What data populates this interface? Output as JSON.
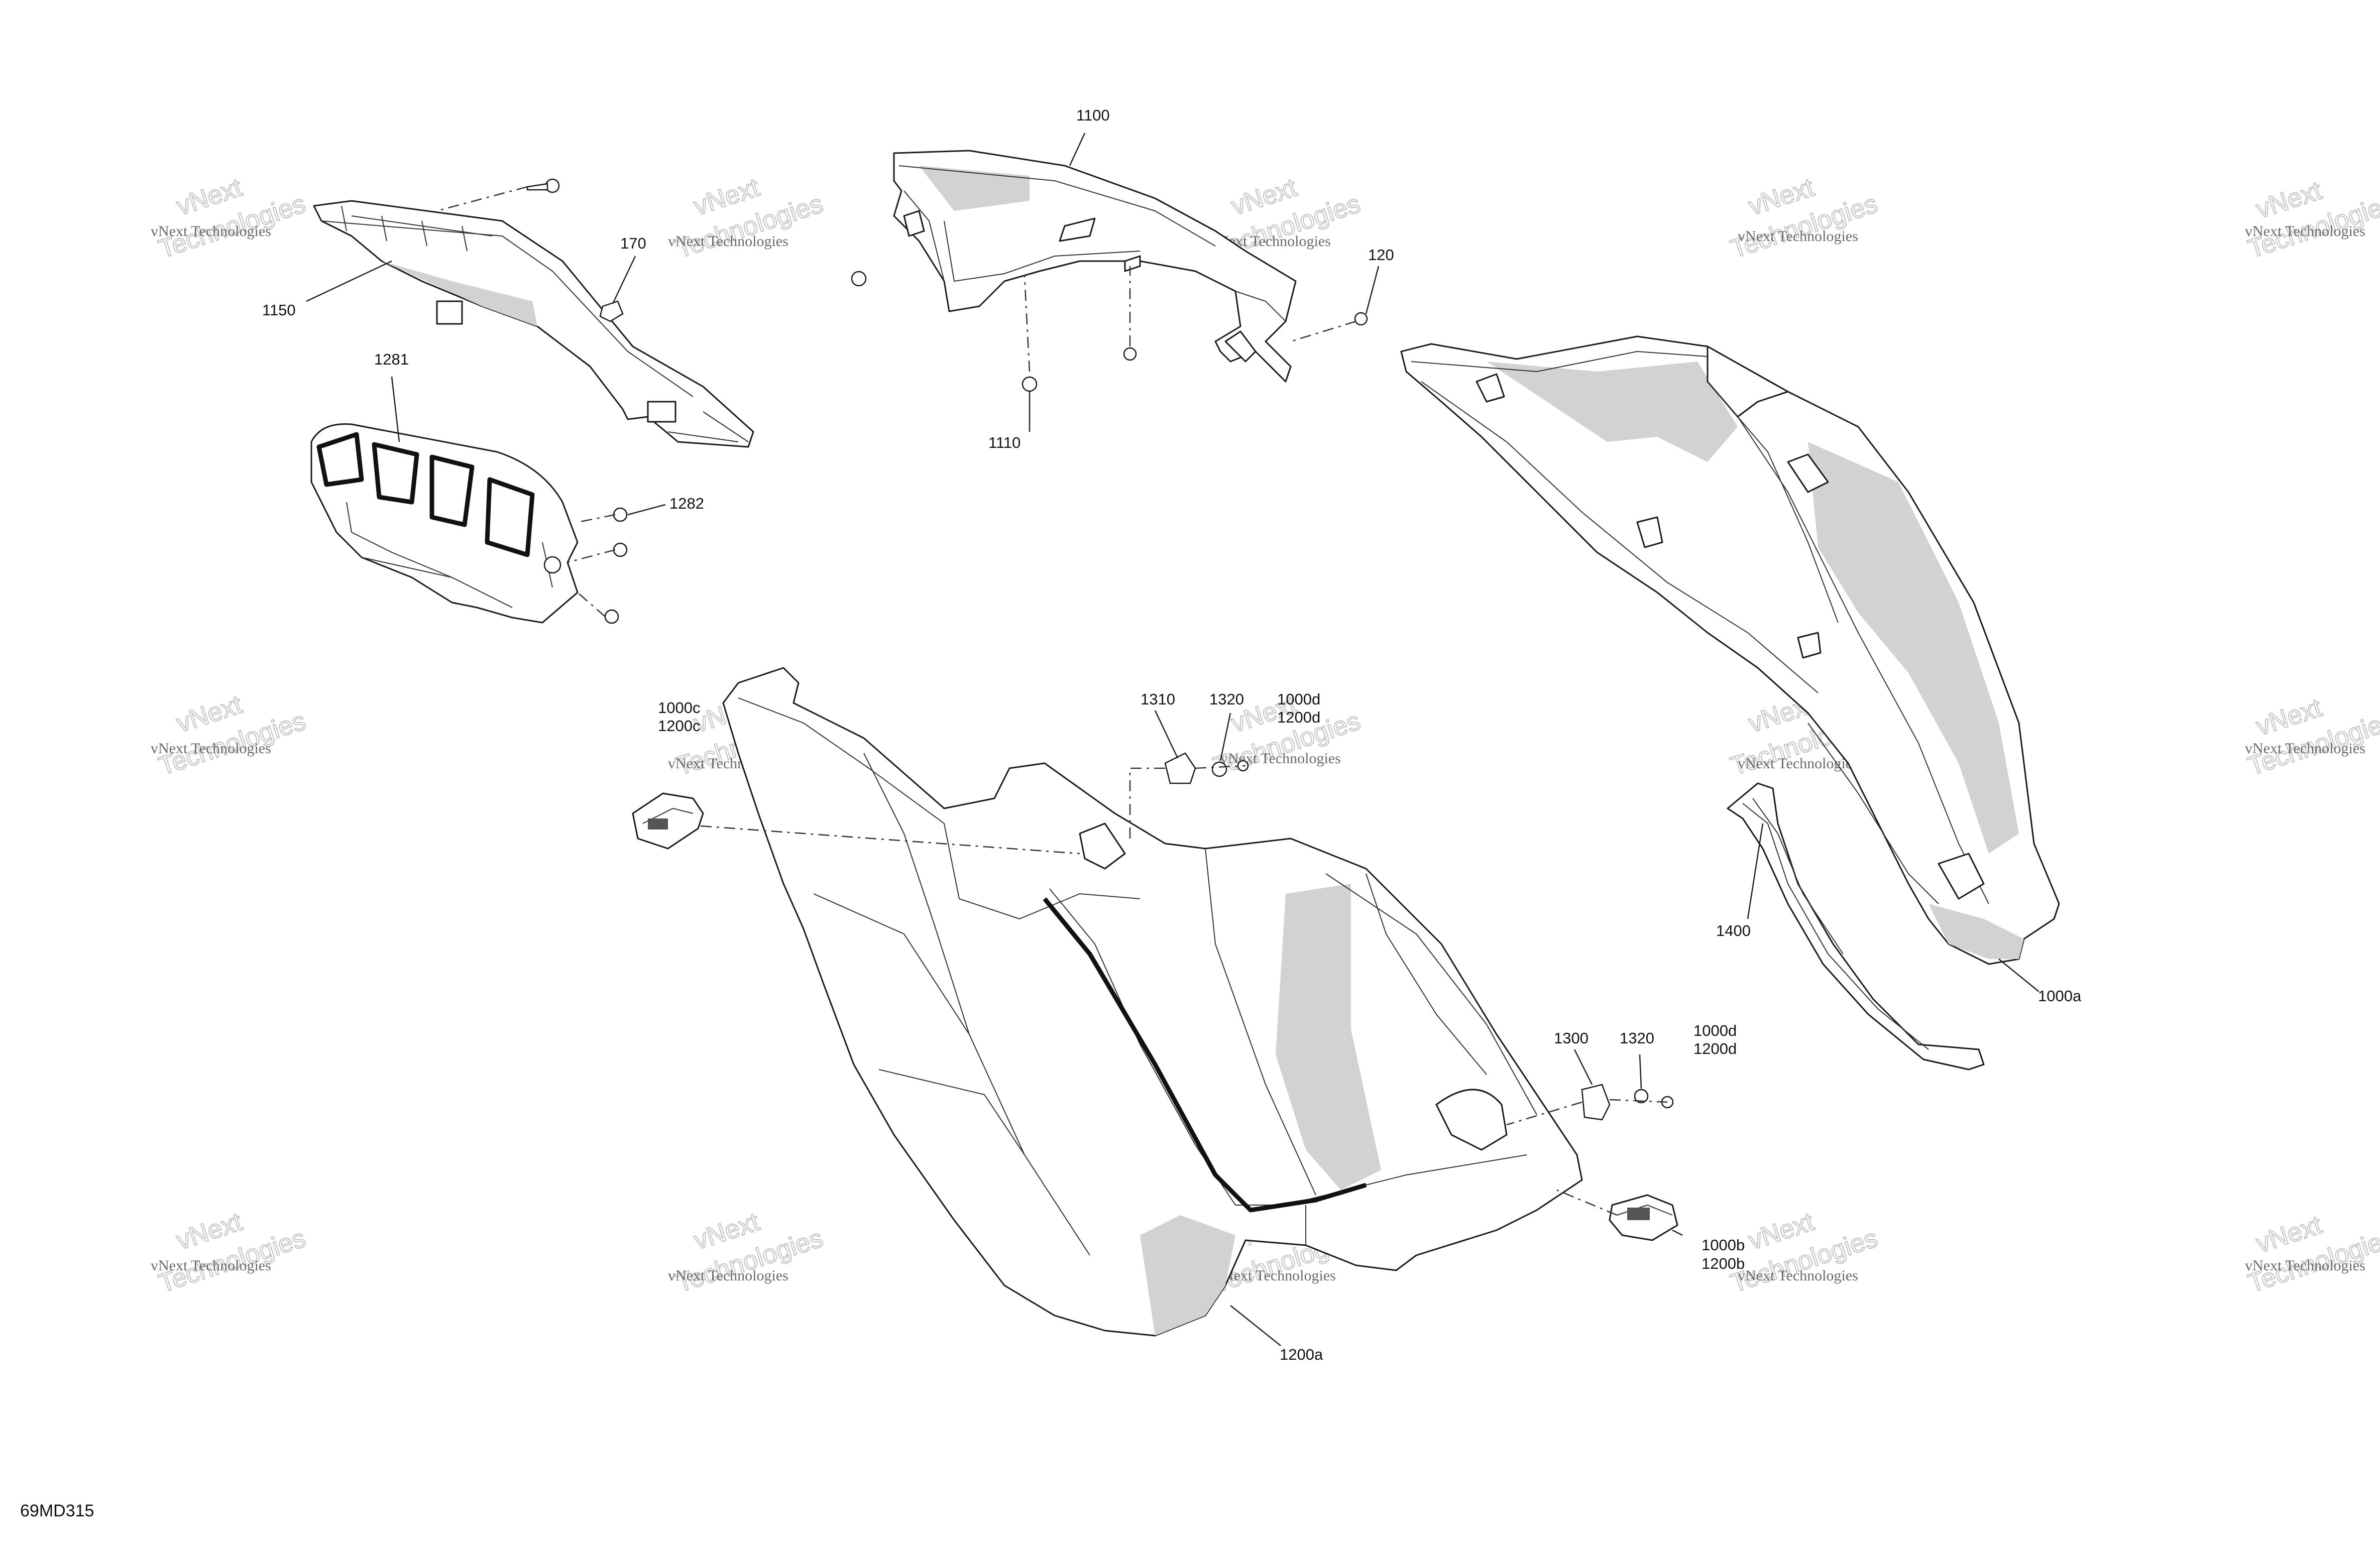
{
  "diagram_code": "69MD315",
  "watermark": {
    "line1": "vNext",
    "line2": "Technologies",
    "small": "vNext Technologies"
  },
  "callouts": {
    "p1100": "1100",
    "p170": "170",
    "p1150": "1150",
    "p120": "120",
    "p1110": "1110",
    "p1281": "1281",
    "p1282": "1282",
    "p1000c": "1000c",
    "p1200c": "1200c",
    "p1310": "1310",
    "p1320_top": "1320",
    "p1000d_top": "1000d",
    "p1200d_top": "1200d",
    "p1400": "1400",
    "p1000a": "1000a",
    "p1300": "1300",
    "p1320_bottom": "1320",
    "p1000d_bottom": "1000d",
    "p1200d_bottom": "1200d",
    "p1000b": "1000b",
    "p1200b": "1200b",
    "p1200a": "1200a"
  }
}
